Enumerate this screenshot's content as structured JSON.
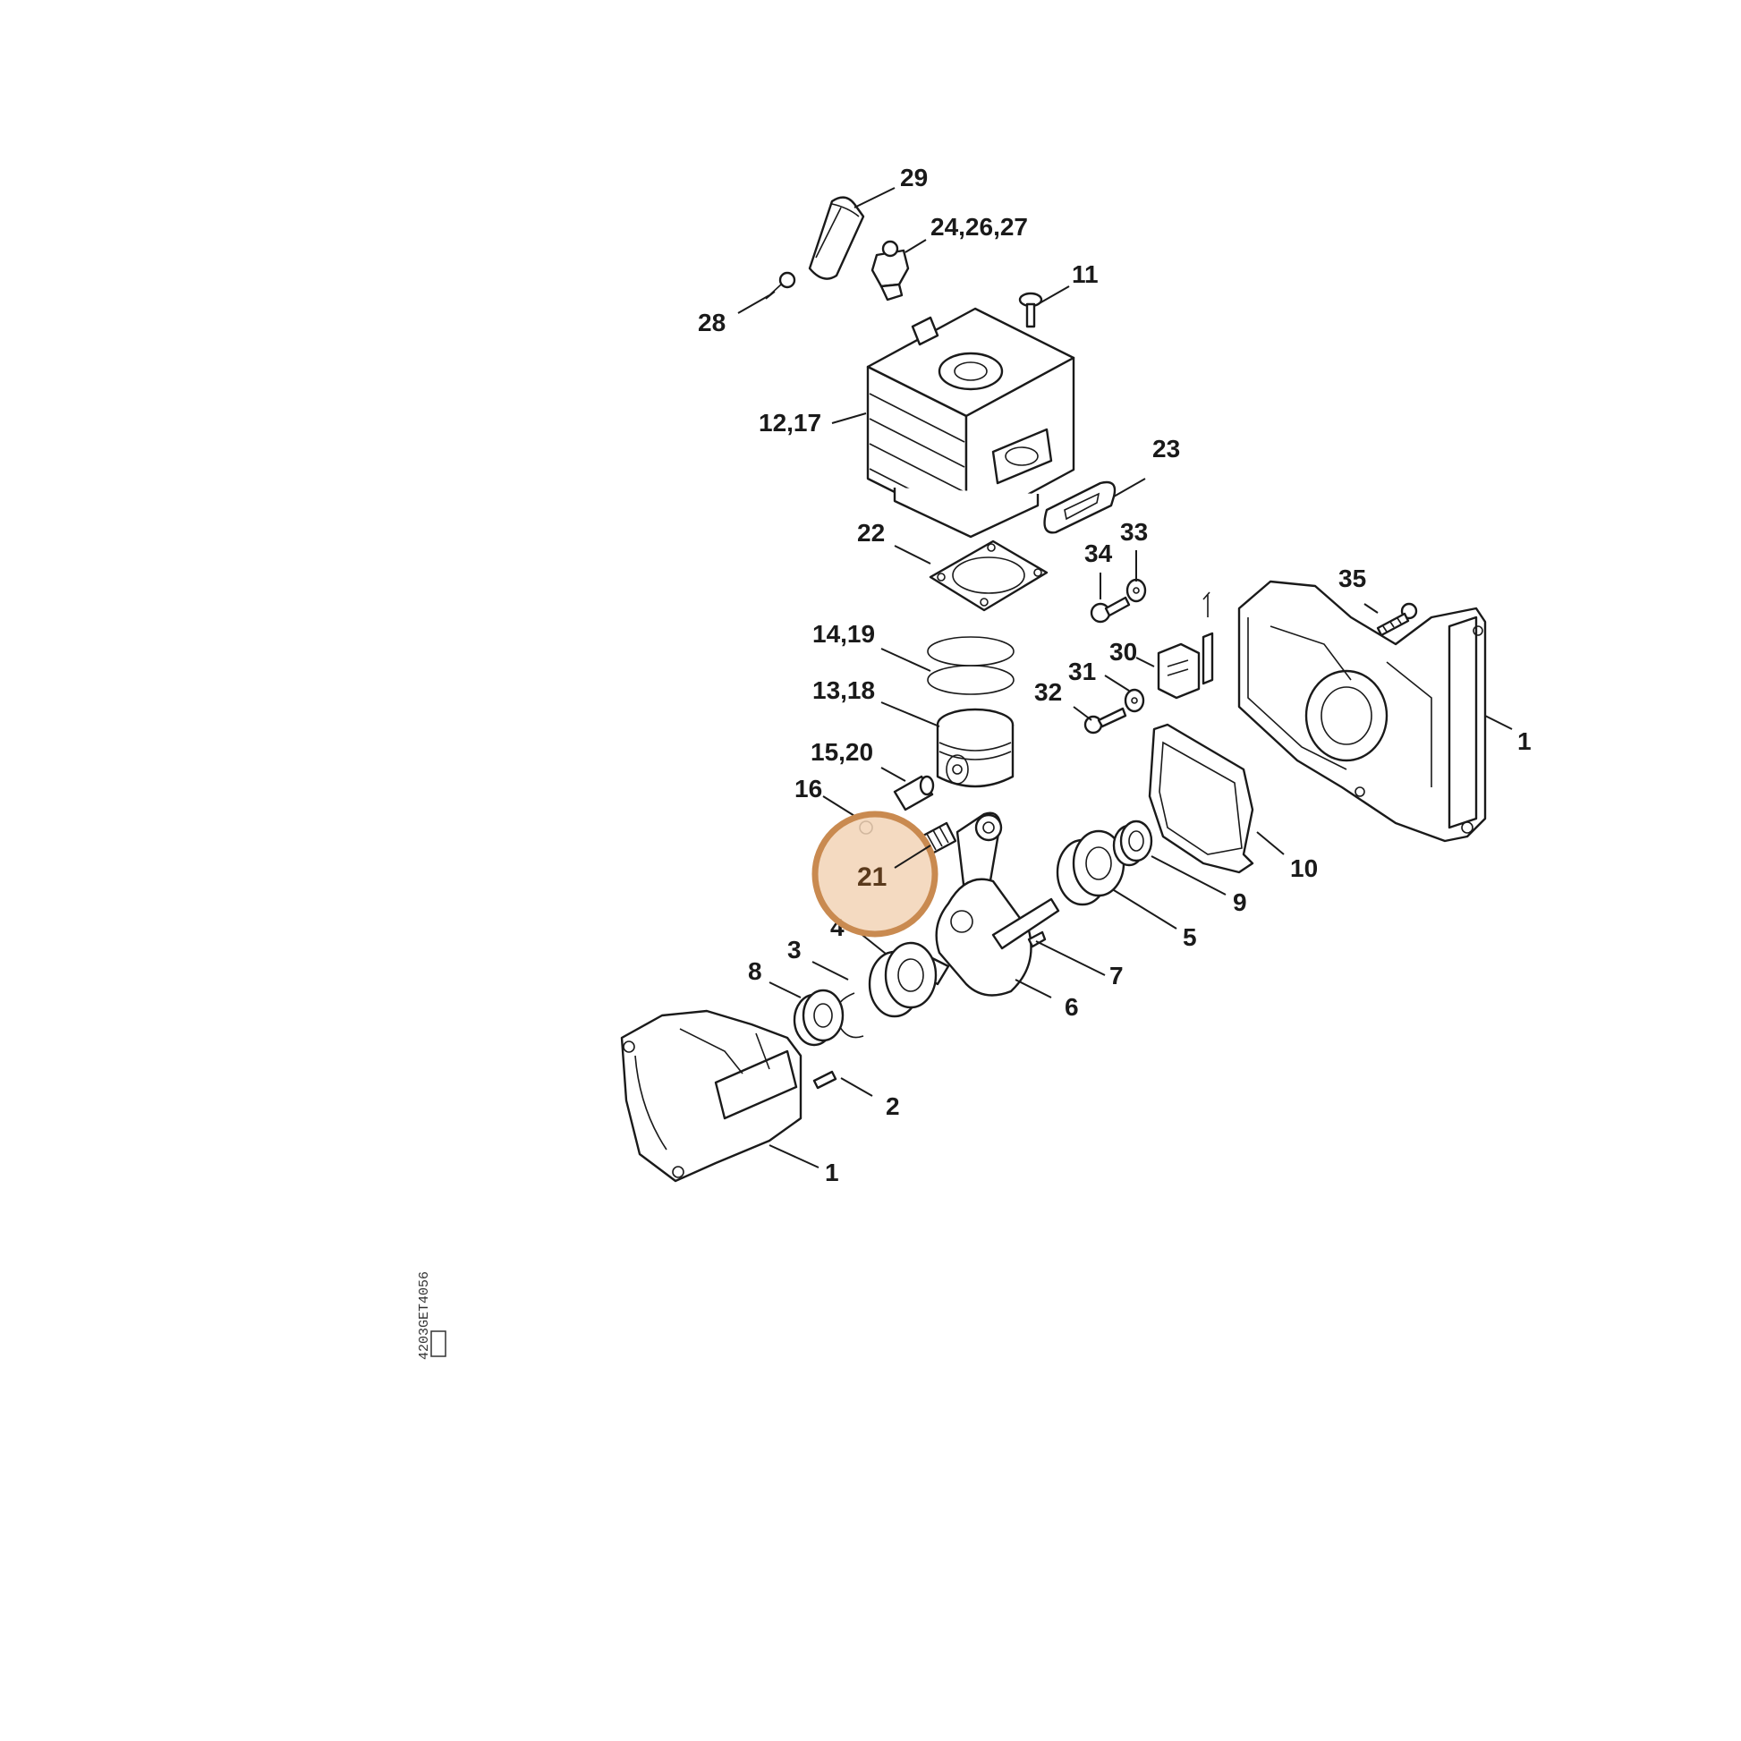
{
  "diagram": {
    "callouts": {
      "c29": "29",
      "c24": "24,26,27",
      "c11": "11",
      "c28": "28",
      "c12": "12,17",
      "c23": "23",
      "c22": "22",
      "c34": "34",
      "c33": "33",
      "c35": "35",
      "c14": "14,19",
      "c30": "30",
      "c31": "31",
      "c32": "32",
      "c13": "13,18",
      "c1r": "1",
      "c15": "15,20",
      "c16": "16",
      "c10": "10",
      "c9": "9",
      "c5": "5",
      "c4": "4",
      "c3": "3",
      "c7": "7",
      "c8": "8",
      "c6": "6",
      "c2": "2",
      "c1l": "1"
    },
    "highlight": {
      "label": "21",
      "color": "#c98a50"
    },
    "drawing_code": "4203GET4056"
  }
}
